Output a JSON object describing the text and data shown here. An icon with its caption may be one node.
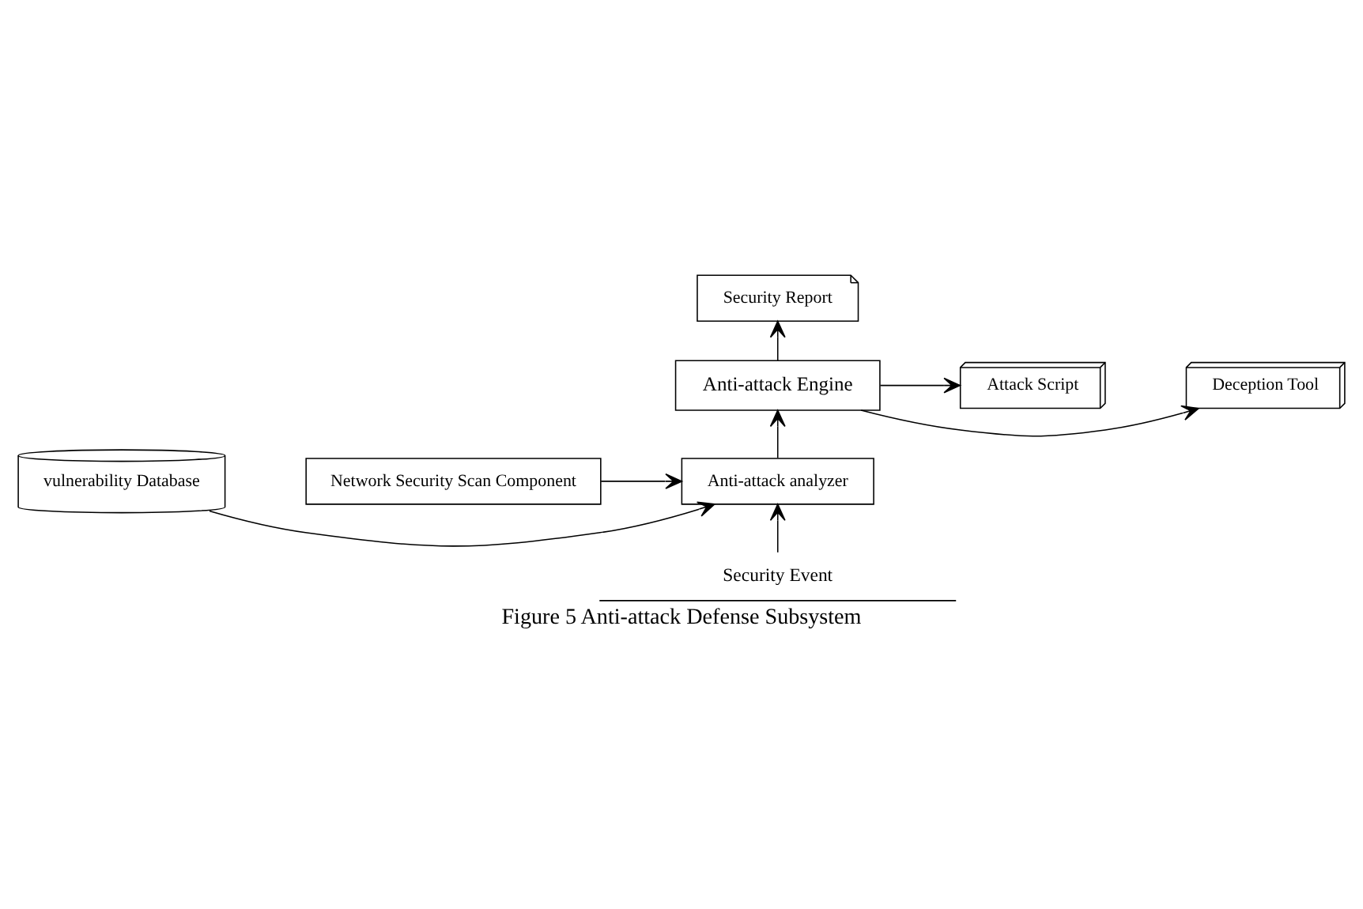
{
  "diagram": {
    "caption": "Figure 5 Anti-attack Defense Subsystem",
    "nodes": [
      {
        "text": [
          "Security Report"
        ]
      },
      {
        "text": [
          "Deception Tool"
        ]
      },
      {
        "text": [
          "Anti-attack Engine"
        ]
      },
      {
        "text": [
          "Attack Script"
        ]
      },
      {
        "text": [
          "vulnerability Database"
        ]
      },
      {
        "text": [
          "Anti-attack analyzer"
        ]
      },
      {
        "text": [
          "Network Security Scan Component"
        ]
      },
      {
        "text": [
          "Security Event"
        ]
      }
    ],
    "edges": [
      {
        "from": 2,
        "to": 0,
        "arrow": "to"
      },
      {
        "from": 2,
        "to": 1,
        "arrow": "to"
      },
      {
        "from": 2,
        "to": 3,
        "arrow": "to"
      },
      {
        "from": 5,
        "to": 2,
        "arrow": "to"
      },
      {
        "from": 4,
        "to": 5,
        "arrow": "to"
      },
      {
        "from": 6,
        "to": 5,
        "arrow": "to"
      },
      {
        "from": 7,
        "to": 5,
        "arrow": "to"
      }
    ]
  }
}
